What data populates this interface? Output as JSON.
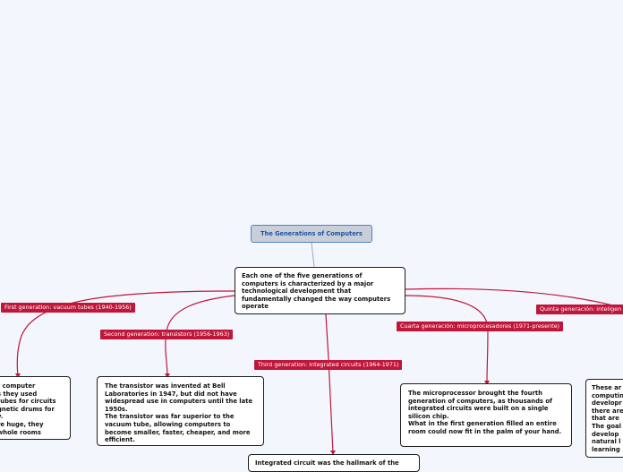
{
  "colors": {
    "branch": "#c0163a",
    "root_link": "#9aa8c0",
    "title_text": "#1a55a8"
  },
  "title": "The Generations of Computers",
  "central": {
    "text": "Each one of the five generations of computers is characterized by a major technological development that fundamentally changed the way computers operate"
  },
  "branches": [
    {
      "id": "first",
      "label": "First generation: vacuum tubes (1940-1956)",
      "text": "t computer\ns  they used\ntubes for circuits\ngnetic drums for\ny.\nre huge, they\nwhole rooms"
    },
    {
      "id": "second",
      "label": "Second generation: transistors (1956-1963)",
      "text": "The transistor was invented at Bell Laboratories in 1947, but did not have widespread use in computers until the late 1950s.\nThe transistor was far superior to the vacuum tube, allowing computers to become smaller, faster, cheaper, and more efficient."
    },
    {
      "id": "third",
      "label": "Third generation: integrated circuits (1964-1971)",
      "text": "Integrated circuit was the hallmark of the"
    },
    {
      "id": "fourth",
      "label": "Cuarta generación: microprocesadores (1971-presente)",
      "text": "The microprocessor brought the fourth generation of computers, as thousands of integrated circuits were built on a single silicon chip.\nWhat in the first generation filled an entire room could now fit in the palm of your hand."
    },
    {
      "id": "fifth",
      "label": "Quinta generación: inteligen",
      "text": "These ar\ncomputin\ndevelopr\nthere are\nthat are\nThe goal\ndevelop\nnatural l\nlearning"
    }
  ]
}
